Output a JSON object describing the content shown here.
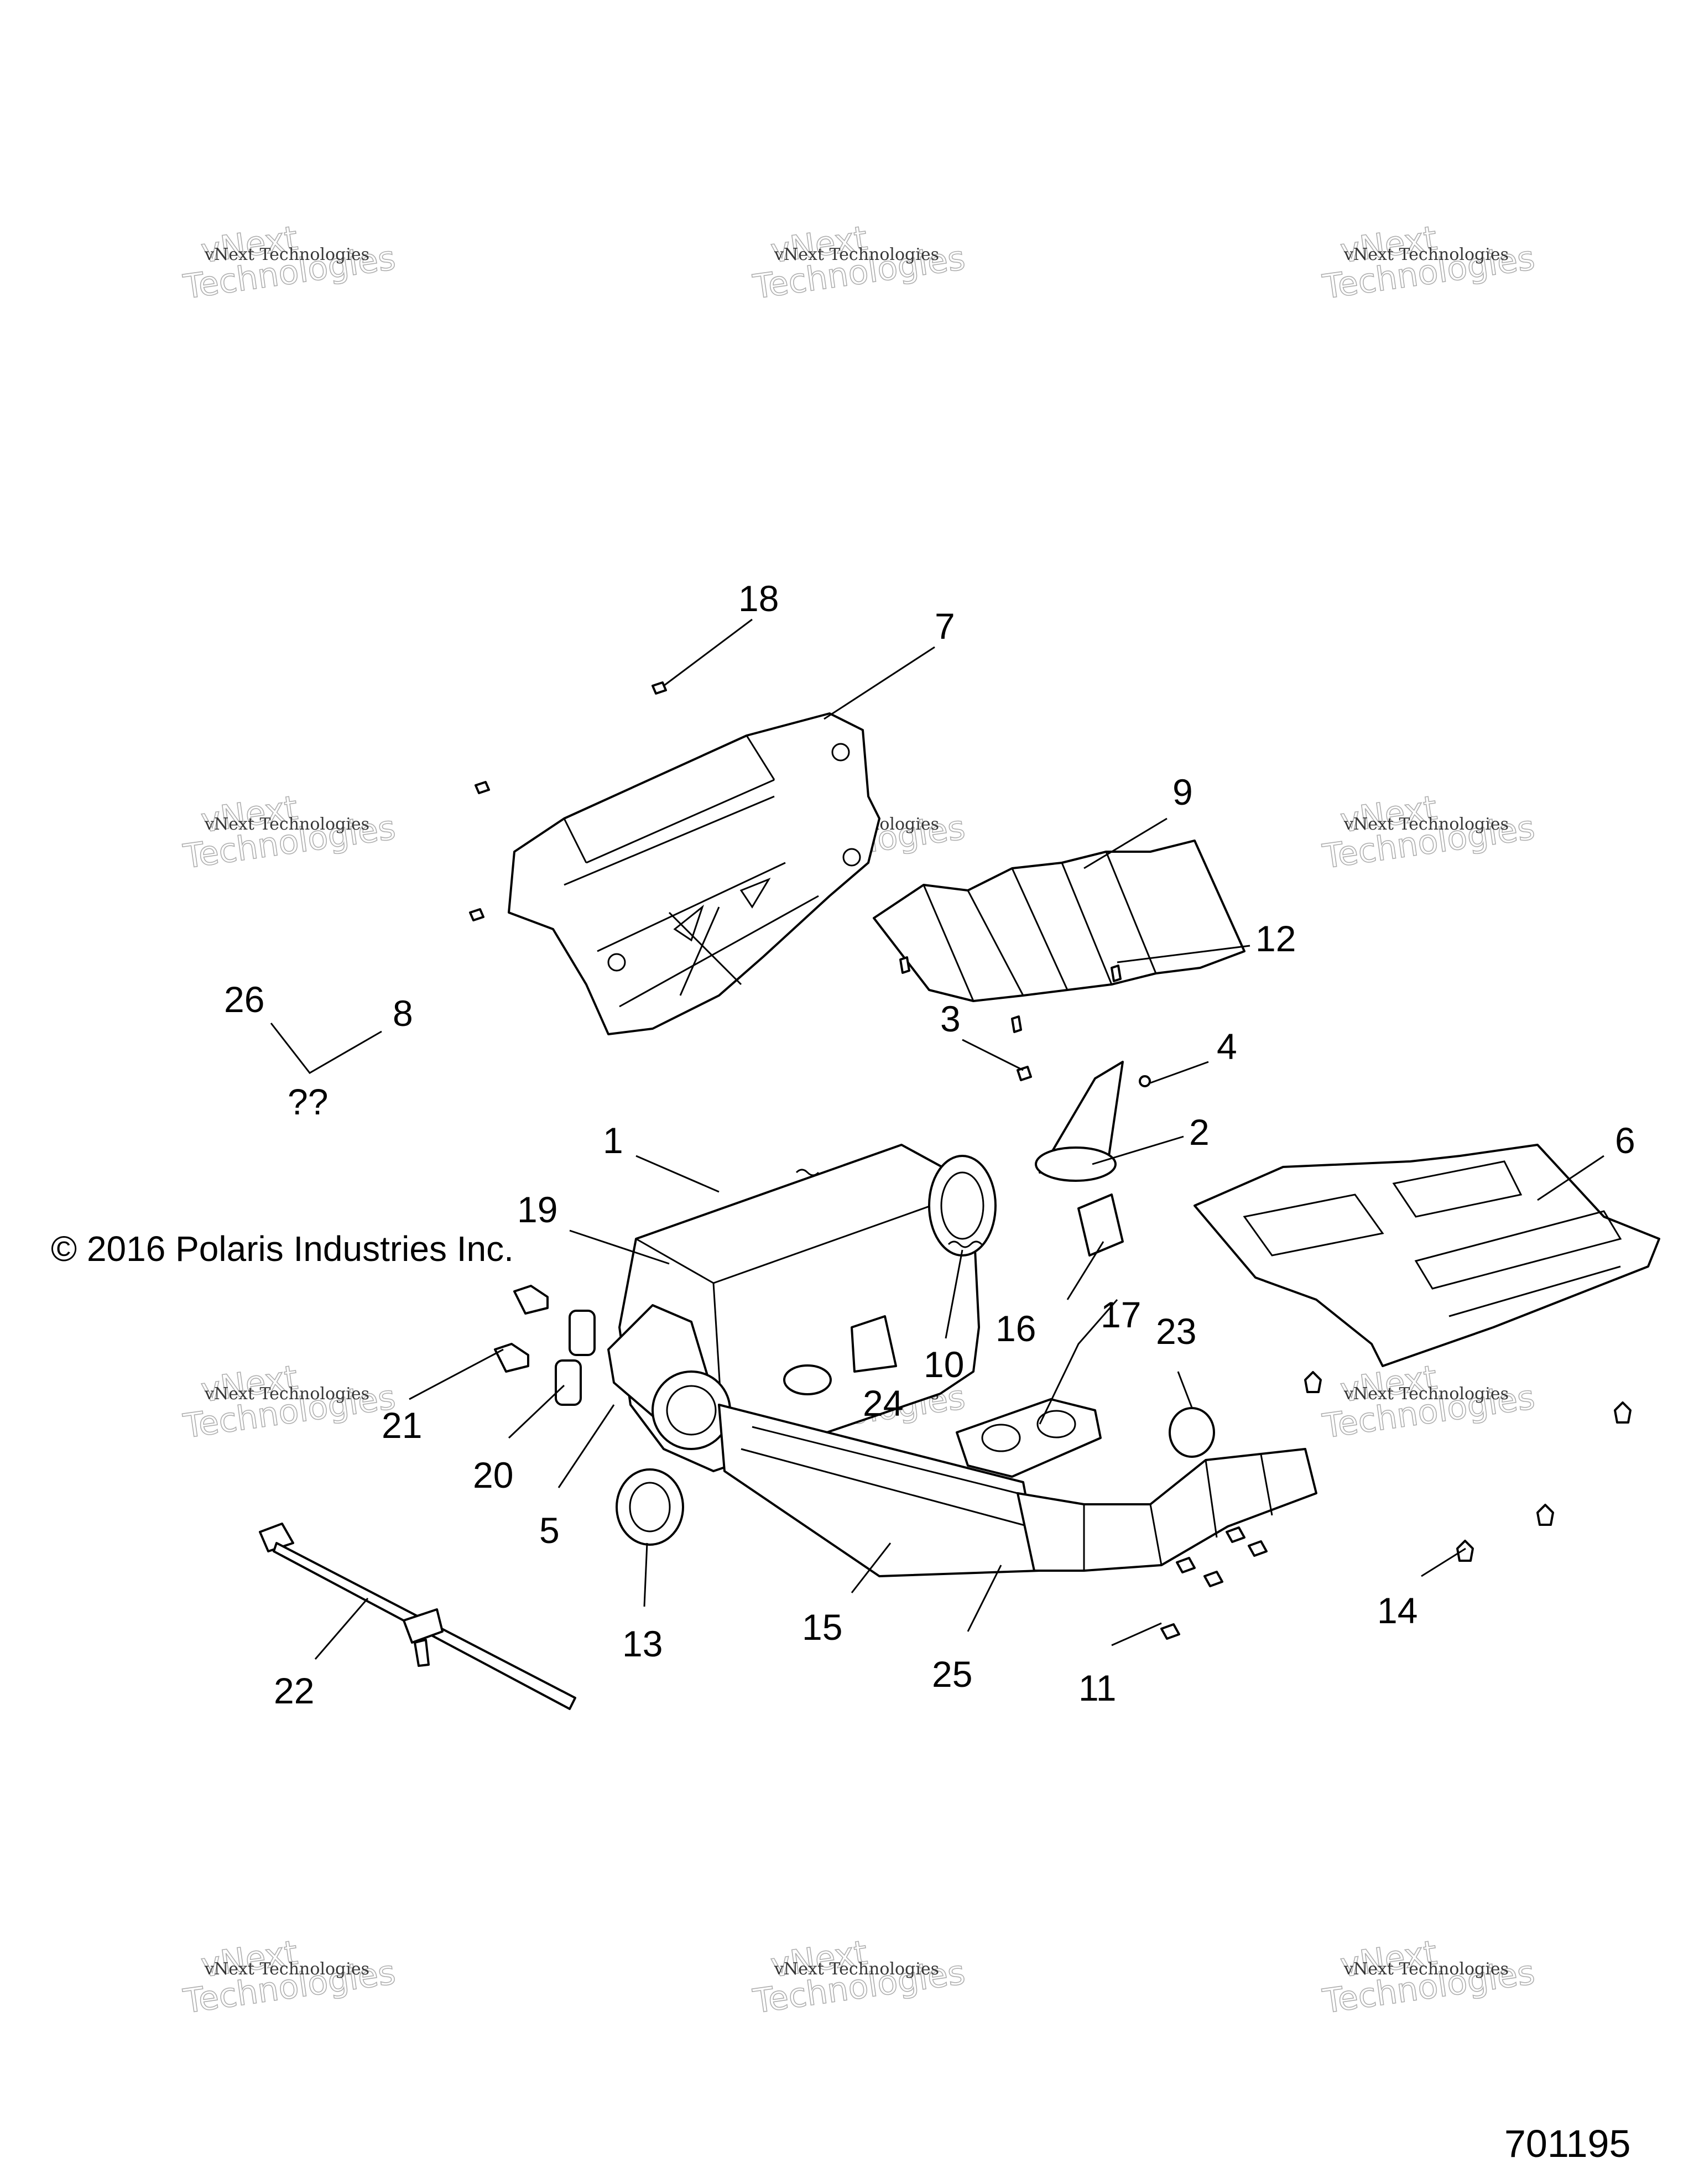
{
  "copyright": "© 2016 Polaris Industries Inc.",
  "diagram_id": "701195",
  "watermark": {
    "line1": "vNext Technologies",
    "line2": "vNext",
    "line3": "Technologies"
  },
  "callouts": {
    "c1": "1",
    "c2": "2",
    "c3": "3",
    "c4": "4",
    "c5": "5",
    "c6": "6",
    "c7": "7",
    "c8": "8",
    "c9": "9",
    "c10": "10",
    "c11": "11",
    "c12": "12",
    "c13": "13",
    "c14": "14",
    "c15": "15",
    "c16": "16",
    "c17": "17",
    "c18": "18",
    "c19": "19",
    "c20": "20",
    "c21": "21",
    "c22": "22",
    "c23": "23",
    "c24": "24",
    "c25": "25",
    "c26": "26",
    "unknown": "??"
  }
}
